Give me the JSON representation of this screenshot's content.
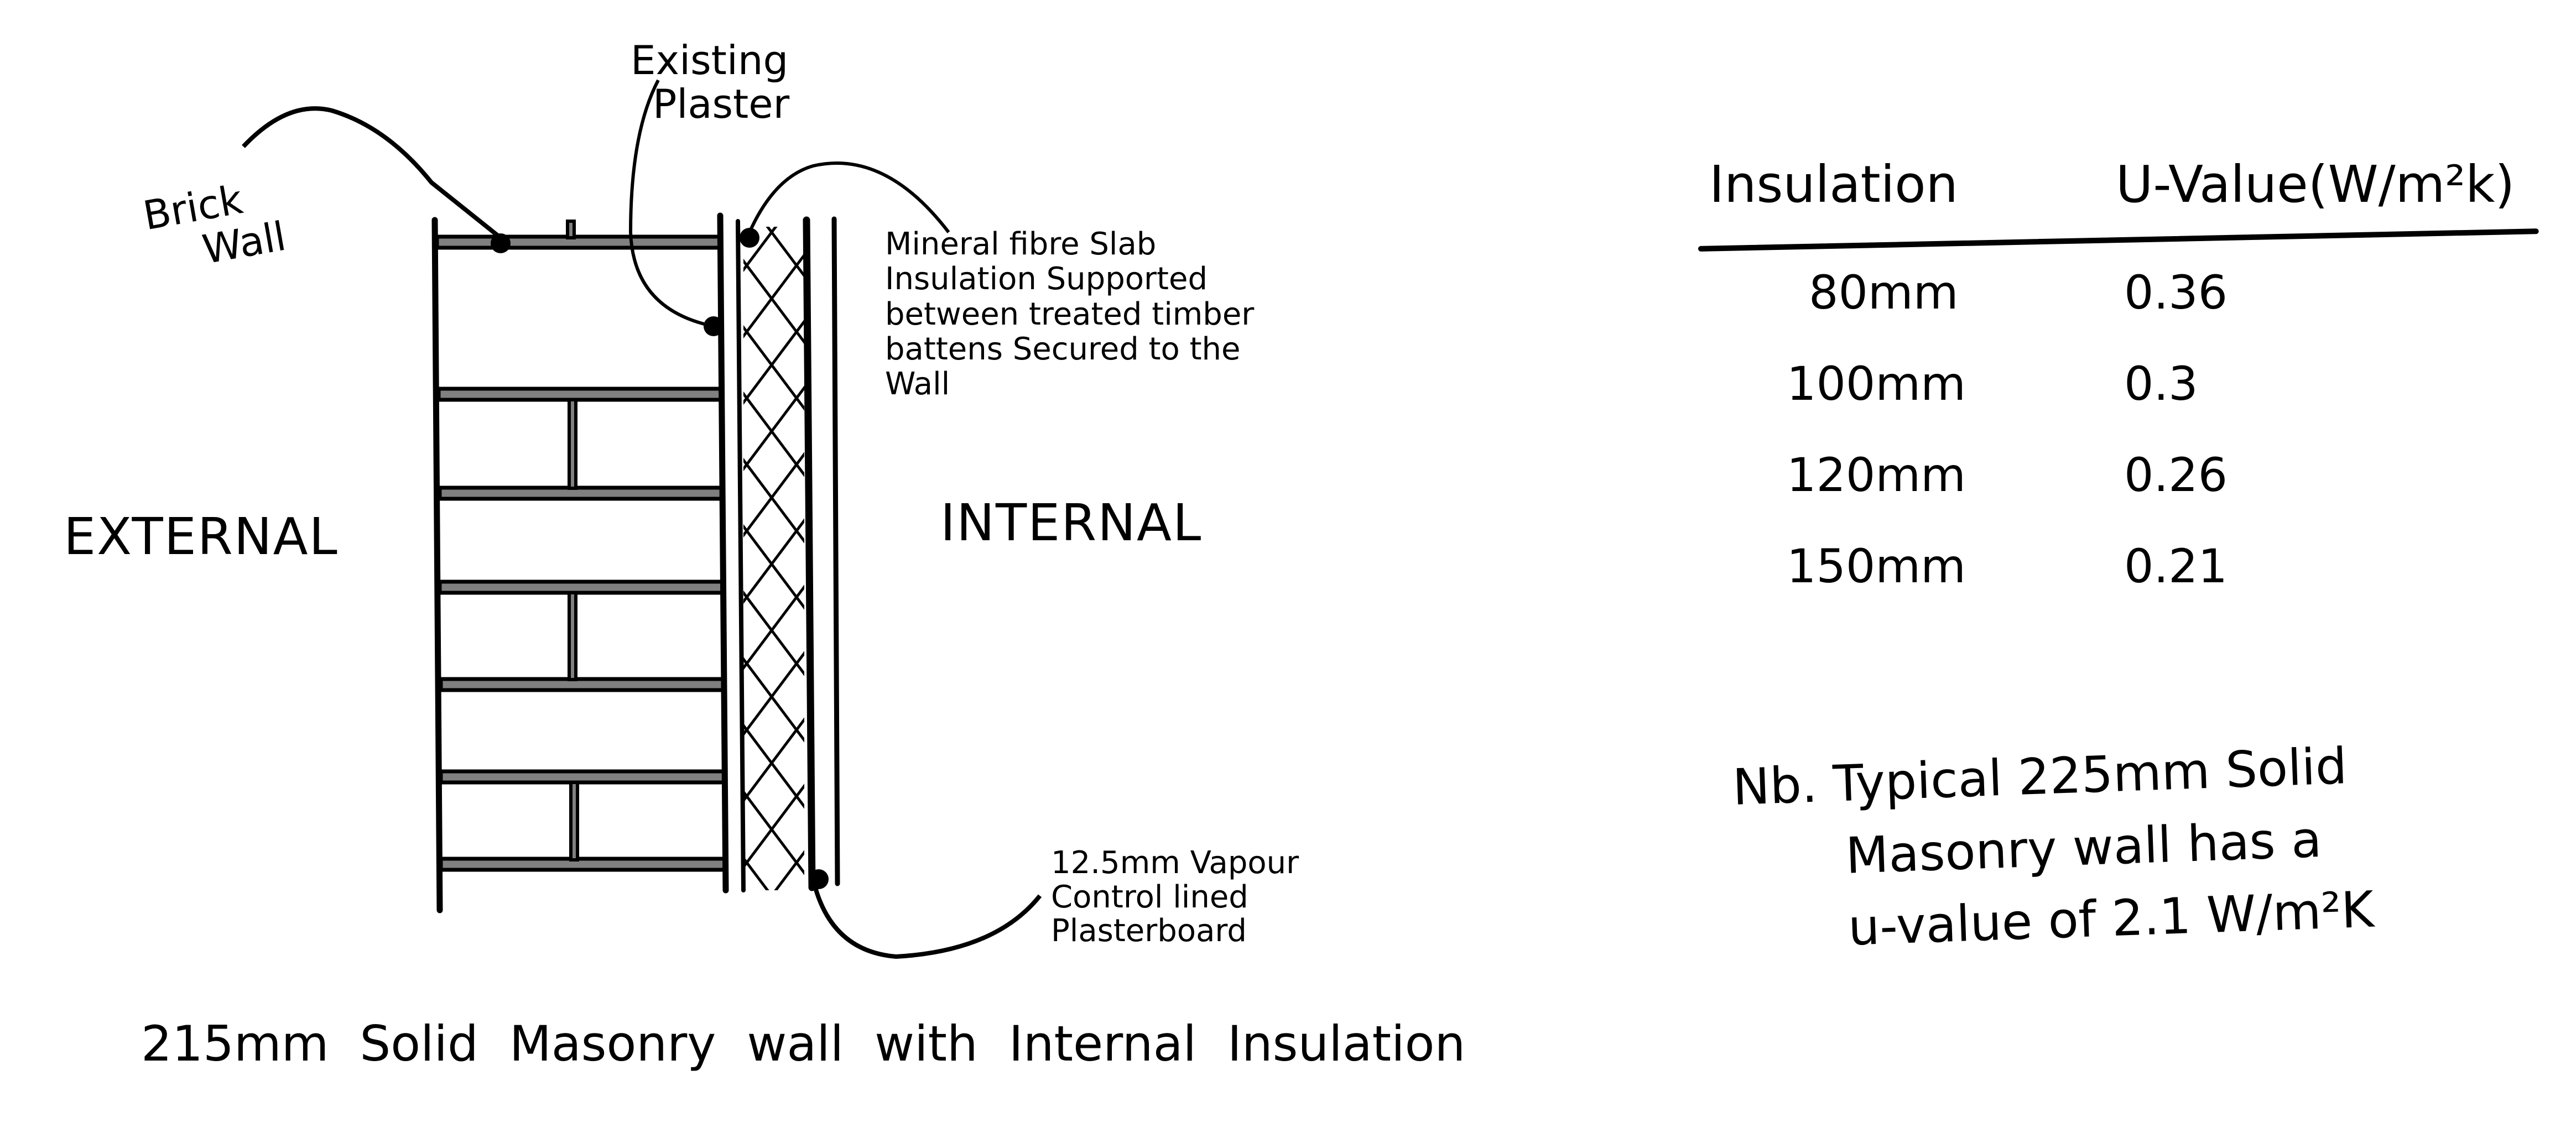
{
  "diagram": {
    "caption": "215mm Solid Masonry wall with Internal Insulation",
    "zones": {
      "external": "EXTERNAL",
      "internal": "INTERNAL"
    },
    "callouts": {
      "brick_wall": [
        "Brick",
        "Wall"
      ],
      "existing_plaster": [
        "Existing",
        "Plaster"
      ],
      "mineral_fibre": [
        "Mineral fibre Slab",
        "Insulation Supported",
        "between treated timber",
        "battens Secured to the",
        "Wall"
      ],
      "plasterboard": [
        "12.5mm Vapour",
        "Control lined",
        "Plasterboard"
      ]
    },
    "layers": [
      {
        "name": "Brick wall",
        "fill": "#ffffff",
        "mortar": "#808080"
      },
      {
        "name": "Existing plaster",
        "fill": "#ffffff"
      },
      {
        "name": "Mineral fibre slab insulation",
        "hatch": "cross"
      },
      {
        "name": "12.5mm vapour control lined plasterboard",
        "fill": "#ffffff"
      }
    ],
    "colors": {
      "ink": "#000000",
      "mortar": "#808080",
      "background": "#ffffff"
    }
  },
  "uvalue_table": {
    "headers": {
      "insulation": "Insulation",
      "uvalue": "U-Value(W/m²k)"
    },
    "rows": [
      {
        "insulation": "80mm",
        "uvalue": "0.36"
      },
      {
        "insulation": "100mm",
        "uvalue": "0.3"
      },
      {
        "insulation": "120mm",
        "uvalue": "0.26"
      },
      {
        "insulation": "150mm",
        "uvalue": "0.21"
      }
    ]
  },
  "note": {
    "line1": "Nb. Typical 225mm Solid",
    "line2": "Masonry wall has a",
    "line3": "u-value of 2.1 W/m²K"
  }
}
